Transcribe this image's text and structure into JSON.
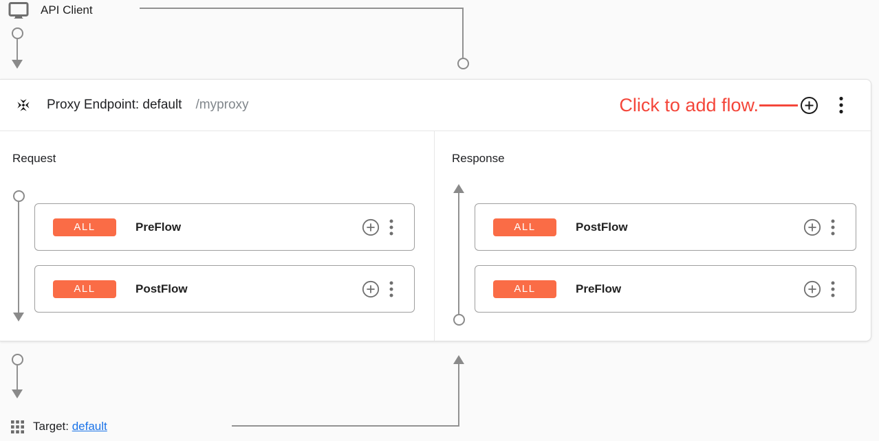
{
  "colors": {
    "badge_orange": "#fa6c46",
    "annotation_red": "#f4463a",
    "link_blue": "#1a73e8",
    "connector_gray": "#8a8a8a"
  },
  "api_client": {
    "label": "API Client"
  },
  "proxy_endpoint": {
    "title": "Proxy Endpoint: default",
    "basepath": "/myproxy",
    "annotation": "Click to add flow.",
    "request": {
      "label": "Request",
      "flows": [
        {
          "condition": "ALL",
          "name": "PreFlow"
        },
        {
          "condition": "ALL",
          "name": "PostFlow"
        }
      ]
    },
    "response": {
      "label": "Response",
      "flows": [
        {
          "condition": "ALL",
          "name": "PostFlow"
        },
        {
          "condition": "ALL",
          "name": "PreFlow"
        }
      ]
    }
  },
  "target": {
    "label": "Target:",
    "link": "default"
  }
}
